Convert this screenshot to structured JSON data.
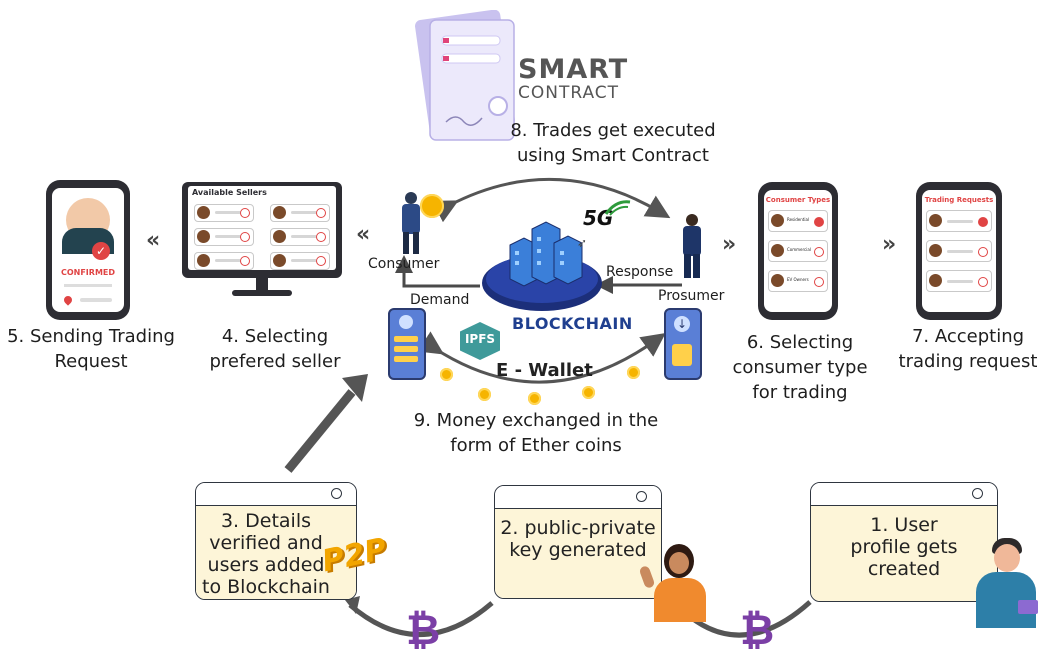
{
  "smart_contract": {
    "line1": "SMART",
    "line2": "CONTRACT"
  },
  "steps": {
    "s8": [
      "8. Trades get executed",
      "using Smart Contract"
    ],
    "s5": [
      "5. Sending Trading",
      "Request"
    ],
    "s4": [
      "4. Selecting",
      "prefered seller"
    ],
    "s6": [
      "6. Selecting",
      "consumer type",
      "for trading"
    ],
    "s7": [
      "7. Accepting",
      "trading request"
    ],
    "s9": [
      "9. Money exchanged in the",
      "form of Ether coins"
    ],
    "s3": [
      "3. Details",
      "verified and",
      "users added",
      "to Blockchain"
    ],
    "s2": [
      "2. public-private",
      "key generated"
    ],
    "s1": [
      "1. User",
      "profile gets",
      "created"
    ]
  },
  "center": {
    "consumer": "Consumer",
    "demand": "Demand",
    "response": "Response",
    "prosumer": "Prosumer",
    "blockchain": "BLOCKCHAIN",
    "ipfs": "IPFS",
    "ewallet": "E - Wallet",
    "fiveg": "5G"
  },
  "phone5": {
    "status": "CONFIRMED"
  },
  "monitor": {
    "title": "Available Sellers"
  },
  "phone6": {
    "title": "Consumer Types",
    "types": [
      "Residential",
      "Commercial",
      "EV Owners"
    ]
  },
  "phone7": {
    "title": "Trading Requests"
  },
  "p2p": "P2P",
  "colors": {
    "accent_red": "#e04444",
    "window_body": "#fdf5d8",
    "blockchain_blue": "#1f3f8f",
    "arrow_gray": "#555555",
    "bitcoin_purple": "#7b3fa6",
    "coin_gold": "#f6b400"
  }
}
